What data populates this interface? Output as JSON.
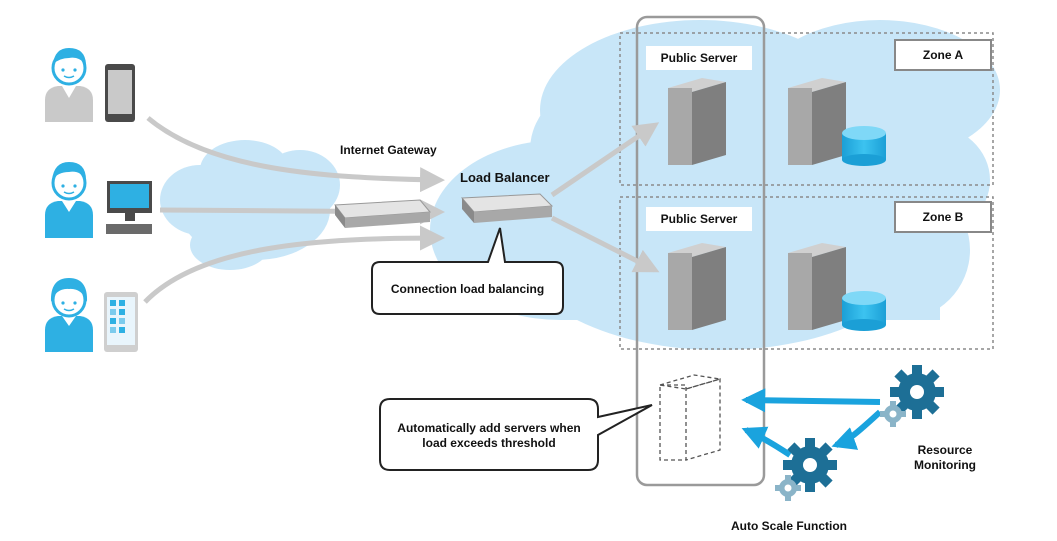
{
  "labels": {
    "internet_gateway": "Internet Gateway",
    "load_balancer": "Load Balancer",
    "public_server_a": "Public Server",
    "public_server_b": "Public Server",
    "zone_a": "Zone A",
    "zone_b": "Zone B",
    "connection_callout": "Connection load balancing",
    "autoscale_callout_line1": "Automatically add servers when",
    "autoscale_callout_line2": "load exceeds threshold",
    "resource_monitoring_line1": "Resource",
    "resource_monitoring_line2": "Monitoring",
    "auto_scale_function": "Auto Scale Function"
  },
  "colors": {
    "cloud": "#c8e6f8",
    "arrow_gray": "#c9c9c9",
    "arrow_blue": "#1aa3de",
    "gear_dark": "#1d6f96",
    "gear_light": "#8ab4c8",
    "database": "#2bb5e8",
    "person_blue": "#2eb0e3",
    "server_gray": "#9a9a9a"
  },
  "icons": [
    "user-smartphone-icon",
    "user-desktop-icon",
    "user-tablet-icon",
    "server-icon",
    "database-icon",
    "gear-icon",
    "network-device-icon"
  ]
}
